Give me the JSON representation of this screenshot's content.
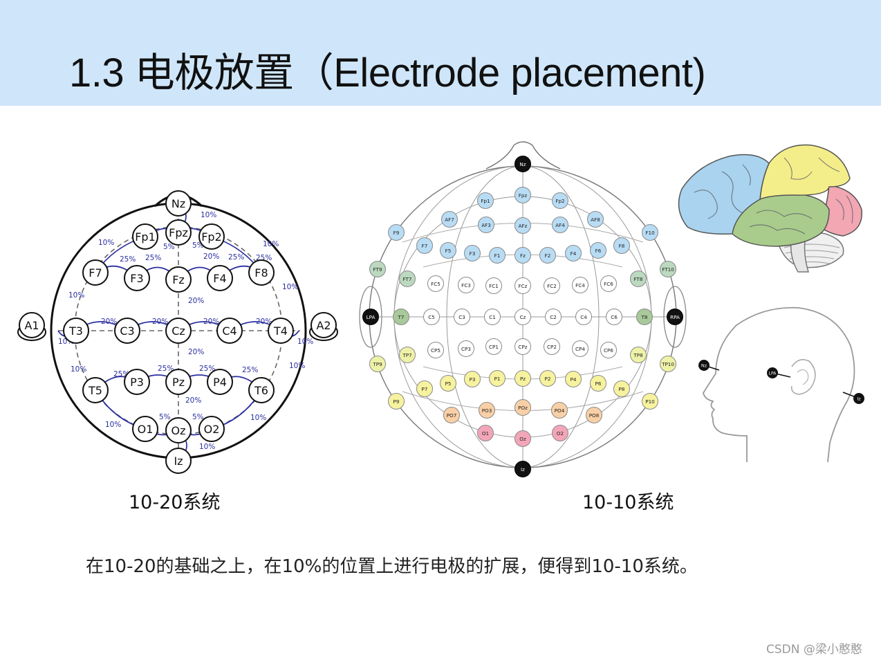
{
  "slide": {
    "title": "1.3 电极放置（Electrode placement)",
    "caption_1020": "10-20系统",
    "caption_1010": "10-10系统",
    "description": "在10-20的基础之上，在10%的位置上进行电极的扩展，便得到10-10系统。",
    "watermark": "CSDN @梁小憨憨"
  },
  "diagram_1020": {
    "electrodes": [
      "Nz",
      "Fpz",
      "Fp1",
      "Fp2",
      "F7",
      "F3",
      "Fz",
      "F4",
      "F8",
      "A1",
      "T3",
      "C3",
      "Cz",
      "C4",
      "T4",
      "A2",
      "T5",
      "P3",
      "Pz",
      "P4",
      "T6",
      "O1",
      "Oz",
      "O2",
      "Iz"
    ],
    "percent_labels": [
      "10%",
      "10%",
      "10%",
      "5%",
      "5%",
      "25%",
      "25%",
      "20%",
      "25%",
      "25%",
      "10%",
      "10%",
      "20%",
      "20%",
      "20%",
      "20%",
      "20%",
      "10%",
      "10%",
      "20%",
      "10%",
      "10%",
      "25%",
      "25%",
      "25%",
      "25%",
      "20%",
      "10%",
      "5%",
      "5%",
      "10%",
      "10%"
    ]
  },
  "diagram_1010": {
    "electrodes": [
      {
        "label": "Nz",
        "color": "#111111"
      },
      {
        "label": "Fpz",
        "color": "#b8dcf4"
      },
      {
        "label": "Fp1",
        "color": "#b8dcf4"
      },
      {
        "label": "Fp2",
        "color": "#b8dcf4"
      },
      {
        "label": "AF7",
        "color": "#b8dcf4"
      },
      {
        "label": "AF3",
        "color": "#b8dcf4"
      },
      {
        "label": "AFz",
        "color": "#b8dcf4"
      },
      {
        "label": "AF4",
        "color": "#b8dcf4"
      },
      {
        "label": "AF8",
        "color": "#b8dcf4"
      },
      {
        "label": "F9",
        "color": "#b8dcf4"
      },
      {
        "label": "F7",
        "color": "#b8dcf4"
      },
      {
        "label": "F5",
        "color": "#b8dcf4"
      },
      {
        "label": "F3",
        "color": "#b8dcf4"
      },
      {
        "label": "F1",
        "color": "#b8dcf4"
      },
      {
        "label": "Fz",
        "color": "#b8dcf4"
      },
      {
        "label": "F2",
        "color": "#b8dcf4"
      },
      {
        "label": "F4",
        "color": "#b8dcf4"
      },
      {
        "label": "F6",
        "color": "#b8dcf4"
      },
      {
        "label": "F8",
        "color": "#b8dcf4"
      },
      {
        "label": "F10",
        "color": "#b8dcf4"
      },
      {
        "label": "FT9",
        "color": "#bcd9bf"
      },
      {
        "label": "FT7",
        "color": "#bcd9bf"
      },
      {
        "label": "FC5",
        "color": "#ffffff"
      },
      {
        "label": "FC3",
        "color": "#ffffff"
      },
      {
        "label": "FC1",
        "color": "#ffffff"
      },
      {
        "label": "FCz",
        "color": "#ffffff"
      },
      {
        "label": "FC2",
        "color": "#ffffff"
      },
      {
        "label": "FC4",
        "color": "#ffffff"
      },
      {
        "label": "FC6",
        "color": "#ffffff"
      },
      {
        "label": "FT8",
        "color": "#bcd9bf"
      },
      {
        "label": "FT10",
        "color": "#bcd9bf"
      },
      {
        "label": "LPA",
        "color": "#111111"
      },
      {
        "label": "T7",
        "color": "#a8c99a"
      },
      {
        "label": "C5",
        "color": "#ffffff"
      },
      {
        "label": "C3",
        "color": "#ffffff"
      },
      {
        "label": "C1",
        "color": "#ffffff"
      },
      {
        "label": "Cz",
        "color": "#ffffff"
      },
      {
        "label": "C2",
        "color": "#ffffff"
      },
      {
        "label": "C4",
        "color": "#ffffff"
      },
      {
        "label": "C6",
        "color": "#ffffff"
      },
      {
        "label": "T8",
        "color": "#a8c99a"
      },
      {
        "label": "RPA",
        "color": "#111111"
      },
      {
        "label": "TP9",
        "color": "#eef2a8"
      },
      {
        "label": "TP7",
        "color": "#eef2a8"
      },
      {
        "label": "CP5",
        "color": "#ffffff"
      },
      {
        "label": "CP3",
        "color": "#ffffff"
      },
      {
        "label": "CP1",
        "color": "#ffffff"
      },
      {
        "label": "CPz",
        "color": "#ffffff"
      },
      {
        "label": "CP2",
        "color": "#ffffff"
      },
      {
        "label": "CP4",
        "color": "#ffffff"
      },
      {
        "label": "CP6",
        "color": "#ffffff"
      },
      {
        "label": "TP8",
        "color": "#eef2a8"
      },
      {
        "label": "TP10",
        "color": "#eef2a8"
      },
      {
        "label": "P9",
        "color": "#f7f29e"
      },
      {
        "label": "P7",
        "color": "#f7f29e"
      },
      {
        "label": "P5",
        "color": "#f7f29e"
      },
      {
        "label": "P3",
        "color": "#f7f29e"
      },
      {
        "label": "P1",
        "color": "#f7f29e"
      },
      {
        "label": "Pz",
        "color": "#f7f29e"
      },
      {
        "label": "P2",
        "color": "#f7f29e"
      },
      {
        "label": "P4",
        "color": "#f7f29e"
      },
      {
        "label": "P6",
        "color": "#f7f29e"
      },
      {
        "label": "P8",
        "color": "#f7f29e"
      },
      {
        "label": "P10",
        "color": "#f7f29e"
      },
      {
        "label": "PO7",
        "color": "#f9d0a6"
      },
      {
        "label": "PO3",
        "color": "#f9d0a6"
      },
      {
        "label": "POz",
        "color": "#f9d0a6"
      },
      {
        "label": "PO4",
        "color": "#f9d0a6"
      },
      {
        "label": "PO8",
        "color": "#f9d0a6"
      },
      {
        "label": "O1",
        "color": "#f3a6b8"
      },
      {
        "label": "Oz",
        "color": "#f3a6b8"
      },
      {
        "label": "O2",
        "color": "#f3a6b8"
      },
      {
        "label": "Iz",
        "color": "#111111"
      }
    ]
  },
  "head_profile": {
    "labels": [
      "Nz",
      "LPA",
      "Iz"
    ]
  },
  "brain": {
    "lobe_colors": {
      "frontal": "#a9d3ee",
      "parietal": "#f4ee8a",
      "temporal": "#a9cc8c",
      "occipital": "#f2a7b3"
    }
  }
}
